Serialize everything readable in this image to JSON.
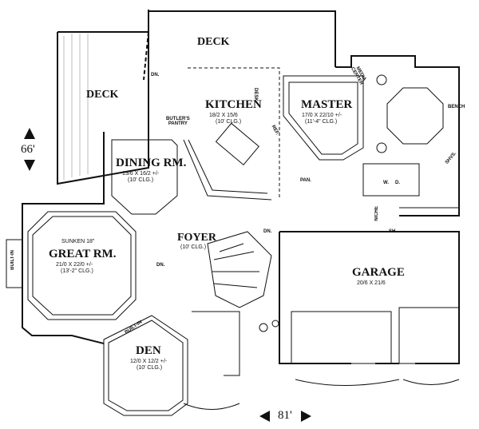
{
  "rooms": {
    "deck_top": {
      "name": "DECK"
    },
    "deck_left": {
      "name": "DECK"
    },
    "kitchen": {
      "name": "KITCHEN",
      "size": "18/2 X 15/6",
      "ceiling": "(10' CLG.)"
    },
    "master": {
      "name": "MASTER",
      "size": "17/0 X 22/10 +/-",
      "ceiling": "(11'-4\" CLG.)"
    },
    "dining": {
      "name": "DINING RM.",
      "size": "13/6 X 16/2 +/-",
      "ceiling": "(10' CLG.)"
    },
    "great": {
      "prefix": "SUNKEN 18\"",
      "name": "GREAT RM.",
      "size": "21/0 X 22/0 +/-",
      "ceiling": "(13'-2\" CLG.)"
    },
    "foyer": {
      "name": "FOYER",
      "ceiling": "(10' CLG.)"
    },
    "garage": {
      "name": "GARAGE",
      "size": "20/6 X 21/6"
    },
    "den": {
      "name": "DEN",
      "size": "12/0 X 12/2 +/-",
      "ceiling": "(10' CLG.)"
    }
  },
  "small_labels": {
    "dn_deck": "DN.",
    "dn_foyer": "DN.",
    "dn_great": "DN.",
    "butlers_pantry": "BUTLER'S\nPANTRY",
    "desk": "DESK",
    "ref": "REF.",
    "pan": "PAN.",
    "media_center": "MEDIA\nCENTER",
    "bench": "BENCH",
    "shvs": "SHVS.",
    "w": "W.",
    "d": "D.",
    "niche": "NICHE",
    "sh": "SH.",
    "built_in_great": "BUILT-IN",
    "built_in_den": "BUILT-IN"
  },
  "dimensions": {
    "depth": "66'",
    "width": "81'"
  }
}
